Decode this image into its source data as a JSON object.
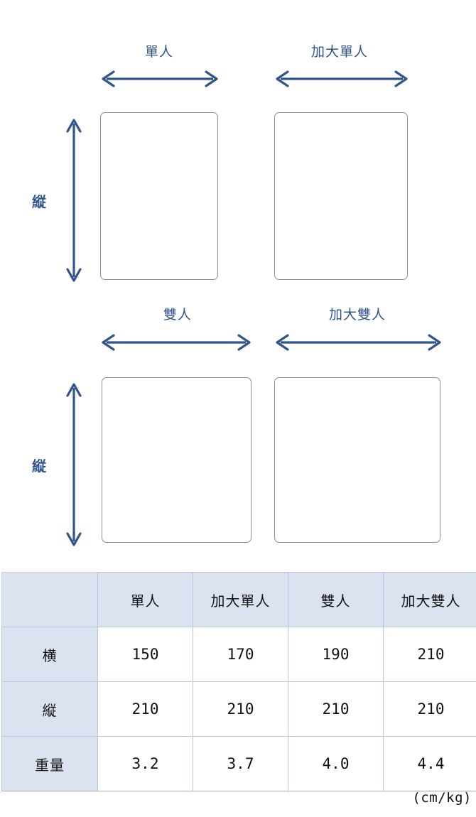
{
  "diagram": {
    "groups": [
      {
        "label": "單人",
        "width_label": "單人",
        "height_label": "縦",
        "arrow_icon": "double-arrow-horizontal-icon",
        "vertical_arrow_icon": "double-arrow-vertical-icon"
      },
      {
        "label": "加大單人",
        "arrow_icon": "double-arrow-horizontal-icon"
      },
      {
        "label": "雙人",
        "height_label": "縦",
        "arrow_icon": "double-arrow-horizontal-icon",
        "vertical_arrow_icon": "double-arrow-vertical-icon"
      },
      {
        "label": "加大雙人",
        "arrow_icon": "double-arrow-horizontal-icon"
      }
    ],
    "vertical_label_top": "縦",
    "vertical_label_bottom": "縦"
  },
  "colors": {
    "accent_blue": "#31558a",
    "table_header_bg": "#dce3f0",
    "table_border": "#b9c8e0",
    "mattress_border": "#8d8d8d"
  },
  "table": {
    "corner": "",
    "columns": [
      "單人",
      "加大單人",
      "雙人",
      "加大雙人"
    ],
    "rows": [
      {
        "header": "横",
        "values": [
          "150",
          "170",
          "190",
          "210"
        ]
      },
      {
        "header": "縦",
        "values": [
          "210",
          "210",
          "210",
          "210"
        ]
      },
      {
        "header": "重量",
        "values": [
          "3.2",
          "3.7",
          "4.0",
          "4.4"
        ]
      }
    ],
    "unit_note": "(cm/kg)"
  },
  "chart_data": {
    "type": "table",
    "title": "",
    "categories": [
      "單人",
      "加大單人",
      "雙人",
      "加大雙人"
    ],
    "series": [
      {
        "name": "横",
        "values": [
          150,
          170,
          190,
          210
        ],
        "unit": "cm"
      },
      {
        "name": "縦",
        "values": [
          210,
          210,
          210,
          210
        ],
        "unit": "cm"
      },
      {
        "name": "重量",
        "values": [
          3.2,
          3.7,
          4.0,
          4.4
        ],
        "unit": "kg"
      }
    ],
    "annotations": [
      "(cm/kg)"
    ]
  }
}
